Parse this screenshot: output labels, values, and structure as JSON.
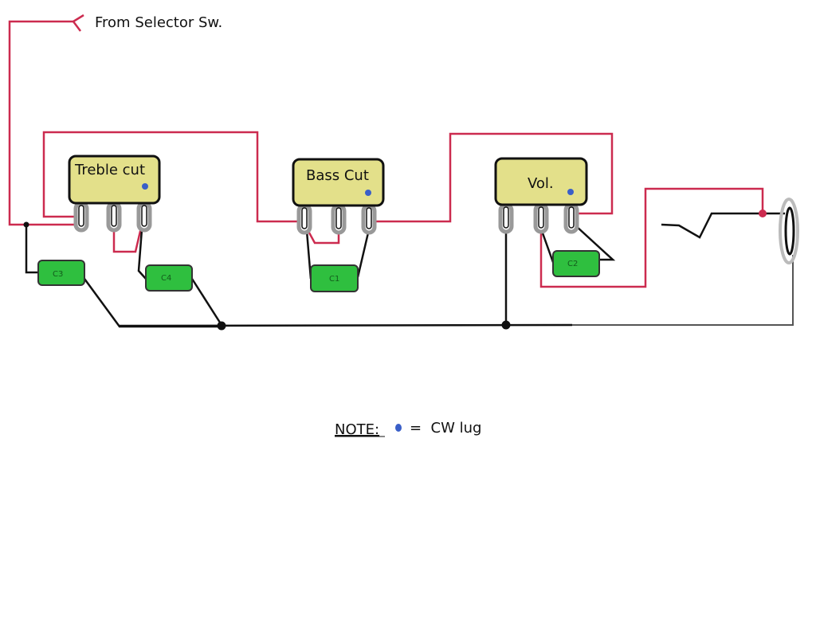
{
  "labels": {
    "source": "From Selector Sw.",
    "treble": "Treble cut",
    "bass": "Bass Cut",
    "volume": "Vol.",
    "c1": "C1",
    "c2": "C2",
    "c3": "C3",
    "c4": "C4"
  },
  "note": {
    "prefix": "NOTE:",
    "legend": "=  CW lug"
  },
  "colors": {
    "hot_wire": "#cc2b4f",
    "ground_wire": "#111111",
    "pot_body": "#e3e08a",
    "capacitor": "#2fbf3f",
    "cw_marker": "#3a5fc8"
  }
}
